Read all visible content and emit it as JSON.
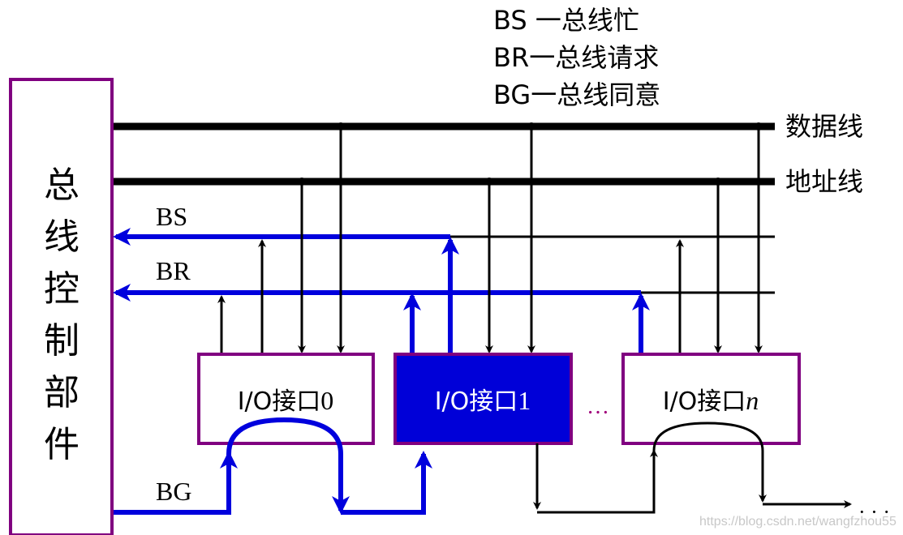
{
  "legend": {
    "bs": "BS  一总线忙",
    "br": "BR一总线请求",
    "bg": "BG一总线同意"
  },
  "controller": {
    "chars": [
      "总",
      "线",
      "控",
      "制",
      "部",
      "件"
    ]
  },
  "bus_labels": {
    "data": "数据线",
    "address": "地址线",
    "bs": "BS",
    "br": "BR",
    "bg": "BG"
  },
  "interfaces": [
    {
      "prefix": "I/O接口",
      "suffix": "0",
      "italic": false,
      "active": false
    },
    {
      "prefix": "I/O接口",
      "suffix": "1",
      "italic": false,
      "active": true
    },
    {
      "prefix": "I/O接口",
      "suffix": "n",
      "italic": true,
      "active": false
    }
  ],
  "ellipsis": "…",
  "trailing_dots": "· · ·",
  "watermark": "https://blog.csdn.net/wangfzhou55",
  "colors": {
    "line": "#000000",
    "blue": "#0000dd",
    "purple": "#800080",
    "active_fill": "#0000d8",
    "active_text": "#ffffff",
    "dots": "#a0007a"
  }
}
